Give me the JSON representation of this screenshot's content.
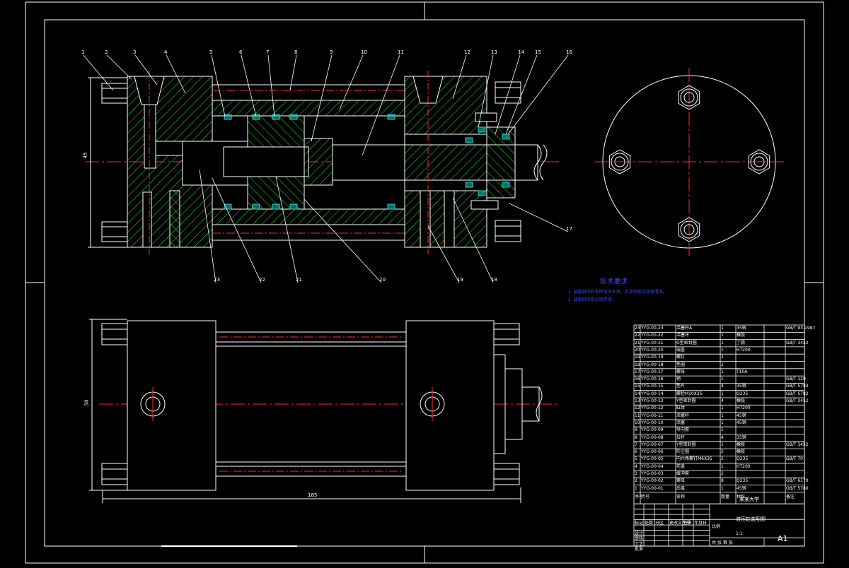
{
  "drawing": {
    "sheet_size": "A1",
    "notes_title": "技术要求",
    "notes": [
      "1. 装配前所有零件清洗干净，各活动部位涂润滑油。",
      "2. 装配后检查运动灵活。"
    ],
    "balloons": [
      "1",
      "2",
      "3",
      "4",
      "5",
      "6",
      "7",
      "8",
      "9",
      "10",
      "11",
      "12",
      "13",
      "14",
      "15",
      "16",
      "17",
      "18",
      "19",
      "20",
      "21",
      "22",
      "23"
    ],
    "dims": {
      "height_front": "45",
      "height_bottom": "50",
      "length_bottom": "185"
    }
  },
  "parts_list": [
    {
      "no": "23",
      "code": "YYG-00-23",
      "name": "活塞杆A",
      "qty": "1",
      "mat": "35钢",
      "std": "GB/T 93-1987"
    },
    {
      "no": "22",
      "code": "YYG-00-22",
      "name": "活塞环",
      "qty": "1",
      "mat": "橡胶",
      "std": ""
    },
    {
      "no": "21",
      "code": "YYG-00-21",
      "name": "O型密封圈",
      "qty": "1",
      "mat": "丁腈",
      "std": "GB/T 3452"
    },
    {
      "no": "20",
      "code": "YYG-00-20",
      "name": "端盖",
      "qty": "1",
      "mat": "HT200",
      "std": ""
    },
    {
      "no": "19",
      "code": "YYG-00-19",
      "name": "螺钉",
      "qty": "2",
      "mat": "",
      "std": ""
    },
    {
      "no": "18",
      "code": "YYG-00-18",
      "name": "垫圈",
      "qty": "2",
      "mat": "",
      "std": ""
    },
    {
      "no": "17",
      "code": "YYG-00-17",
      "name": "螺母",
      "qty": "1",
      "mat": "T10A",
      "std": ""
    },
    {
      "no": "16",
      "code": "YYG-00-16",
      "name": "销",
      "qty": "1",
      "mat": "",
      "std": "GB/T 119"
    },
    {
      "no": "15",
      "code": "YYG-00-15",
      "name": "垫片",
      "qty": "4",
      "mat": "35钢",
      "std": "GB/T 5783"
    },
    {
      "no": "14",
      "code": "YYG-00-14",
      "name": "螺栓M10X35",
      "qty": "1",
      "mat": "Q235",
      "std": "GB/T 5782"
    },
    {
      "no": "13",
      "code": "YYG-00-13",
      "name": "Y型密封圈",
      "qty": "4",
      "mat": "橡胶",
      "std": "GB/T 3452"
    },
    {
      "no": "12",
      "code": "YYG-00-12",
      "name": "缸体",
      "qty": "1",
      "mat": "HT200",
      "std": ""
    },
    {
      "no": "11",
      "code": "YYG-00-11",
      "name": "活塞杆",
      "qty": "1",
      "mat": "45钢",
      "std": ""
    },
    {
      "no": "10",
      "code": "YYG-00-10",
      "name": "活塞",
      "qty": "1",
      "mat": "45钢",
      "std": ""
    },
    {
      "no": "9",
      "code": "YYG-00-09",
      "name": "导向套",
      "qty": "1",
      "mat": "",
      "std": ""
    },
    {
      "no": "8",
      "code": "YYG-00-08",
      "name": "拉杆",
      "qty": "4",
      "mat": "35钢",
      "std": ""
    },
    {
      "no": "7",
      "code": "YYG-00-07",
      "name": "Y型密封圈",
      "qty": "1",
      "mat": "橡胶",
      "std": "GB/T 3452"
    },
    {
      "no": "6",
      "code": "YYG-00-06",
      "name": "防尘圈",
      "qty": "2",
      "mat": "橡胶",
      "std": ""
    },
    {
      "no": "5",
      "code": "YYG-00-05",
      "name": "内六角螺钉M6X35",
      "qty": "2",
      "mat": "Q235",
      "std": "GB/T 70"
    },
    {
      "no": "4",
      "code": "YYG-00-04",
      "name": "前盖",
      "qty": "1",
      "mat": "HT200",
      "std": ""
    },
    {
      "no": "3",
      "code": "YYG-00-03",
      "name": "缓冲套",
      "qty": "2",
      "mat": "",
      "std": ""
    },
    {
      "no": "2",
      "code": "YYG-00-02",
      "name": "螺母",
      "qty": "8",
      "mat": "Q235",
      "std": "GB/T 6170"
    },
    {
      "no": "1",
      "code": "YYG-00-01",
      "name": "后盖",
      "qty": "1",
      "mat": "45钢",
      "std": "GB/T 5780"
    }
  ],
  "parts_header": {
    "no": "序号",
    "code": "代号",
    "name": "名称",
    "qty": "数量",
    "mat": "材料",
    "std": "备注"
  },
  "title_block": {
    "org": "某某大学",
    "drawing_name": "液压缸装配图",
    "scale_label": "比例",
    "scale": "1:1",
    "sheet_label": "共 张 第 张",
    "rows": [
      "标记",
      "处数",
      "分区",
      "更改文件号",
      "签名",
      "年月日",
      "设计",
      "审核",
      "工艺",
      "批准"
    ]
  },
  "colors": {
    "outline": "#ffffff",
    "hatch": "#2eeb2e",
    "center": "#ff2a2a",
    "dim": "#ffffff",
    "seal": "#26d0c8",
    "note": "#3a4cff"
  }
}
